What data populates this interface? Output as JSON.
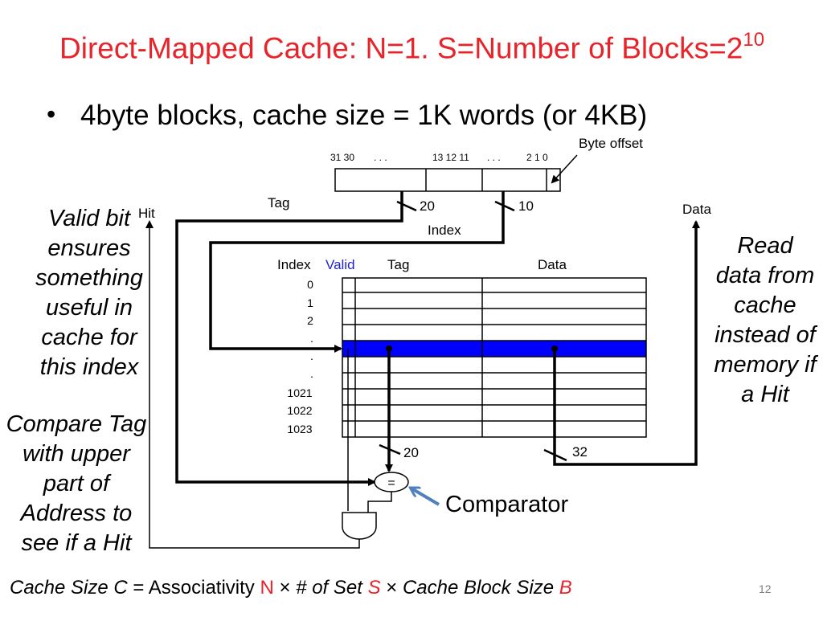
{
  "title": {
    "text": "Direct-Mapped Cache: N=1. S=Number of Blocks=2",
    "exponent": "10"
  },
  "bullet": "4byte blocks, cache size = 1K words (or 4KB)",
  "address": {
    "bits_left": "31 30",
    "dots1": ". . .",
    "bits_mid": "13 12  11",
    "dots2": ". . .",
    "bits_right": "2  1  0",
    "byte_offset_label": "Byte offset",
    "tag_label": "Tag",
    "index_label": "Index",
    "tag_width": "20",
    "index_width": "10"
  },
  "cache": {
    "header_index": "Index",
    "header_valid": "Valid",
    "header_tag": "Tag",
    "header_data": "Data",
    "row_indices": [
      "0",
      "1",
      "2",
      ".",
      ".",
      ".",
      "1021",
      "1022",
      "1023"
    ],
    "tag_out_width": "20",
    "data_out_width": "32"
  },
  "labels": {
    "hit": "Hit",
    "data": "Data",
    "comparator_symbol": "=",
    "comparator": "Comparator"
  },
  "notes": {
    "valid_bit": "Valid bit ensures something useful in cache for this index",
    "compare": "Compare Tag with upper part of Address to see if a Hit",
    "read_data": "Read data from cache instead of memory if a Hit"
  },
  "footer": {
    "c_part": "Cache Size C",
    "eq": " = Associativity ",
    "n": "N",
    "times1": " × ",
    "sets": "# of Set",
    "s": "S",
    "times2": "  ×  ",
    "block": "Cache Block Size",
    "b": "B"
  },
  "page_number": "12",
  "colors": {
    "title": "#e8242b",
    "valid_header": "#1f1fd8",
    "highlight_row": "#0000ff",
    "arrow_blue": "#4f81bd"
  }
}
